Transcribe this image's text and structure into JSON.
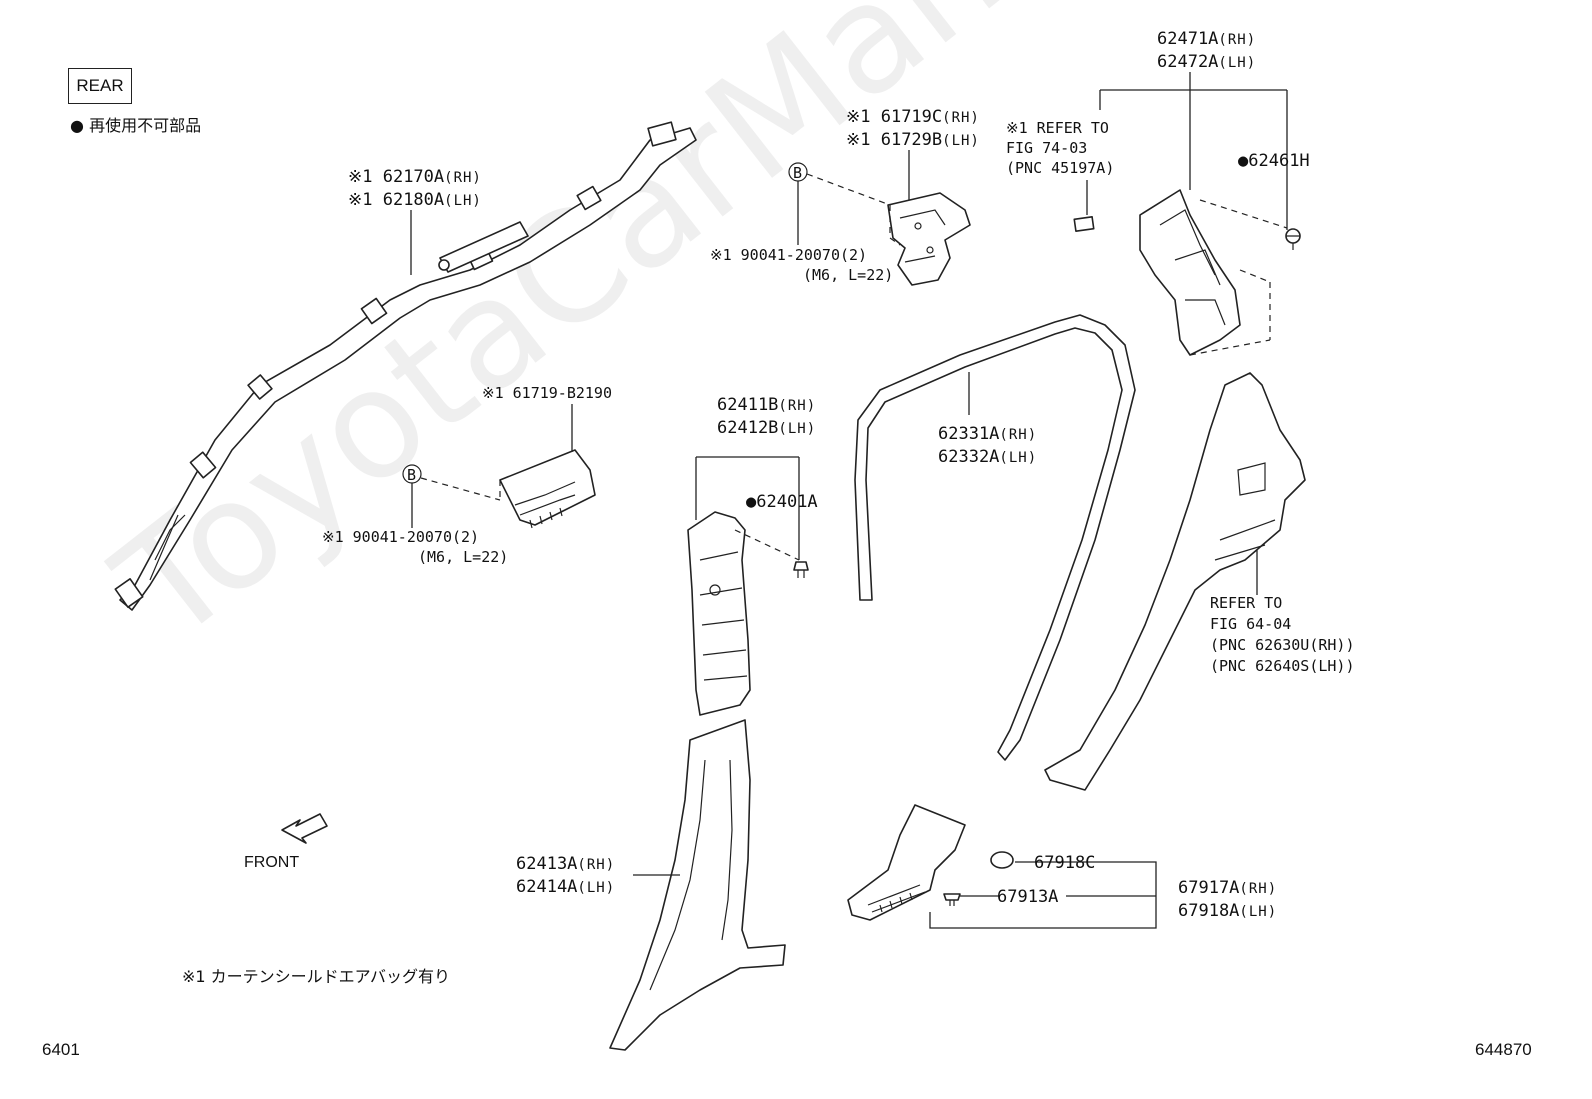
{
  "header": {
    "rear_label": "REAR",
    "legend_symbol": "●",
    "legend_text": "再使用不可部品"
  },
  "watermark": "ToyotaCarMania.ru",
  "front_label": "FRONT",
  "footnote": "※1 カーテンシールドエアバッグ有り",
  "page_code_left": "6401",
  "page_code_right": "644870",
  "callouts": {
    "airbag": {
      "l1_prefix": "※1 ",
      "l1_num": "62170A",
      "l1_side": "(RH)",
      "l2_prefix": "※1 ",
      "l2_num": "62180A",
      "l2_side": "(LH)"
    },
    "bracket_rear": {
      "l1_prefix": "※1 ",
      "l1_num": "61719C",
      "l1_side": "(RH)",
      "l2_prefix": "※1 ",
      "l2_num": "61729B",
      "l2_side": "(LH)"
    },
    "bolt_rear": {
      "l1": "※1 90041-20070(2)",
      "l2": "(M6, L=22)"
    },
    "bracket_front": {
      "l1": "※1 61719-B2190"
    },
    "bolt_front": {
      "l1": "※1 90041-20070(2)",
      "l2": "(M6, L=22)"
    },
    "refer_74": {
      "l1": "※1 REFER TO",
      "l2": "FIG 74-03",
      "l3": "(PNC 45197A)"
    },
    "quarter_upper": {
      "l1_num": "62471A",
      "l1_side": "(RH)",
      "l2_num": "62472A",
      "l2_side": "(LH)"
    },
    "clip_62461H": {
      "dot": "●",
      "num": "62461H"
    },
    "pillar_upper": {
      "l1_num": "62411B",
      "l1_side": "(RH)",
      "l2_num": "62412B",
      "l2_side": "(LH)"
    },
    "clip_62401A": {
      "dot": "●",
      "num": "62401A"
    },
    "weatherstrip": {
      "l1_num": "62331A",
      "l1_side": "(RH)",
      "l2_num": "62332A",
      "l2_side": "(LH)"
    },
    "refer_64": {
      "l1": "REFER TO",
      "l2": "FIG 64-04",
      "l3": "(PNC 62630U(RH))",
      "l4": "(PNC 62640S(LH))"
    },
    "pillar_lower": {
      "l1_num": "62413A",
      "l1_side": "(RH)",
      "l2_num": "62414A",
      "l2_side": "(LH)"
    },
    "scuff_cap": {
      "num": "67918C"
    },
    "scuff_clip": {
      "num": "67913A"
    },
    "scuff_plate": {
      "l1_num": "67917A",
      "l1_side": "(RH)",
      "l2_num": "67918A",
      "l2_side": "(LH)"
    }
  },
  "ref_markers": {
    "bolt_rear": "B",
    "bolt_front": "B"
  }
}
